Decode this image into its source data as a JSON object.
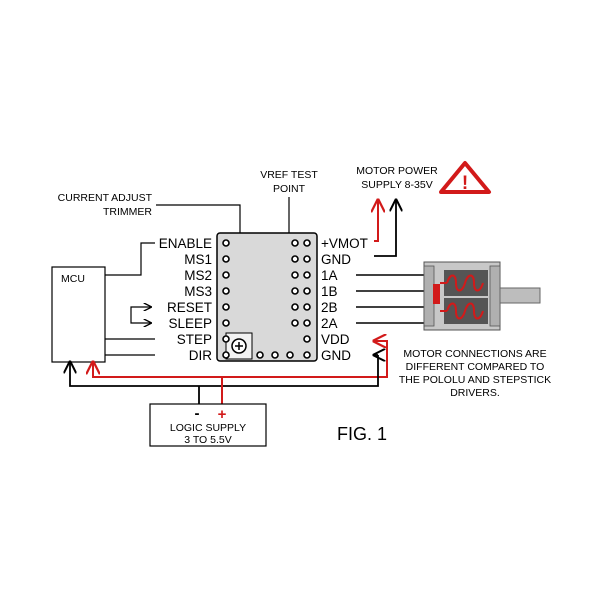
{
  "labels": {
    "current_adjust": [
      "CURRENT ADJUST",
      "TRIMMER"
    ],
    "vref": [
      "VREF TEST",
      "POINT"
    ],
    "motor_power": [
      "MOTOR POWER",
      "SUPPLY 8-35V"
    ],
    "mcu": "MCU",
    "left_pins": [
      "ENABLE",
      "MS1",
      "MS2",
      "MS3",
      "RESET",
      "SLEEP",
      "STEP",
      "DIR"
    ],
    "right_pins": [
      "+VMOT",
      "GND",
      "1A",
      "1B",
      "2B",
      "2A",
      "VDD",
      "GND"
    ],
    "logic_supply": [
      "LOGIC SUPPLY",
      "3 TO 5.5V"
    ],
    "minus": "-",
    "plus": "+",
    "note": [
      "MOTOR CONNECTIONS ARE",
      "DIFFERENT COMPARED TO",
      "THE POLOLU AND STEPSTICK",
      "DRIVERS."
    ],
    "fig": "FIG. 1",
    "warning_symbol": "!"
  },
  "colors": {
    "red": "#d21a1a",
    "board": "#d9d9d9",
    "motor_body": "#c8c8c8",
    "shaft": "#bdbdbd",
    "coil_box": "#555555"
  },
  "icons": [
    "warning-triangle-icon",
    "trimmer-potentiometer-icon",
    "stepper-motor-icon"
  ]
}
